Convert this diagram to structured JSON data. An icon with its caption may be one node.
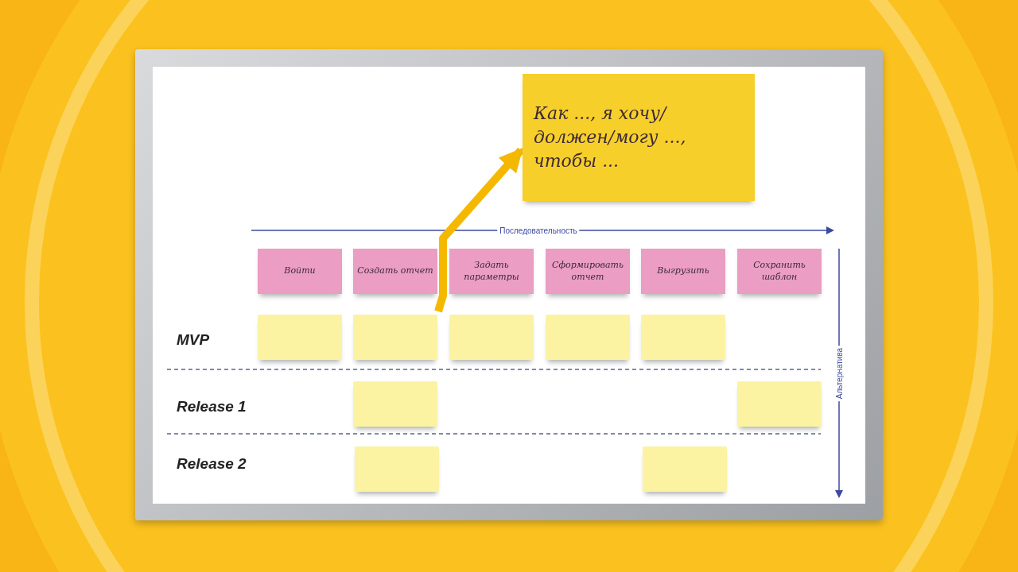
{
  "diagram": {
    "nodes": [
      {
        "text": [
          "Как ..., я хочу/должен/могу ..., чтобы ..."
        ]
      },
      {
        "text": [
          "Войти"
        ]
      },
      {
        "text": [
          "Создать отчет"
        ]
      },
      {
        "text": [
          "Задать параметры"
        ]
      },
      {
        "text": [
          "Сформировать отчет"
        ]
      },
      {
        "text": [
          "Выгрузить"
        ]
      },
      {
        "text": [
          "Сохранить шаблон"
        ]
      },
      {
        "text": [],
        "shape": "box"
      },
      {
        "text": [],
        "shape": "box"
      },
      {
        "text": [],
        "shape": "box"
      },
      {
        "text": [],
        "shape": "box"
      },
      {
        "text": [],
        "shape": "box"
      },
      {
        "text": [],
        "shape": "box"
      },
      {
        "text": [],
        "shape": "box"
      },
      {
        "text": [],
        "shape": "box"
      },
      {
        "text": [],
        "shape": "box"
      }
    ],
    "edges": [
      {
        "from": 8,
        "to": 0,
        "arrow": "to"
      }
    ],
    "labels": [
      "Последовательность",
      "MVP",
      "Release 1",
      "Release 2",
      "Альтернатива"
    ]
  }
}
